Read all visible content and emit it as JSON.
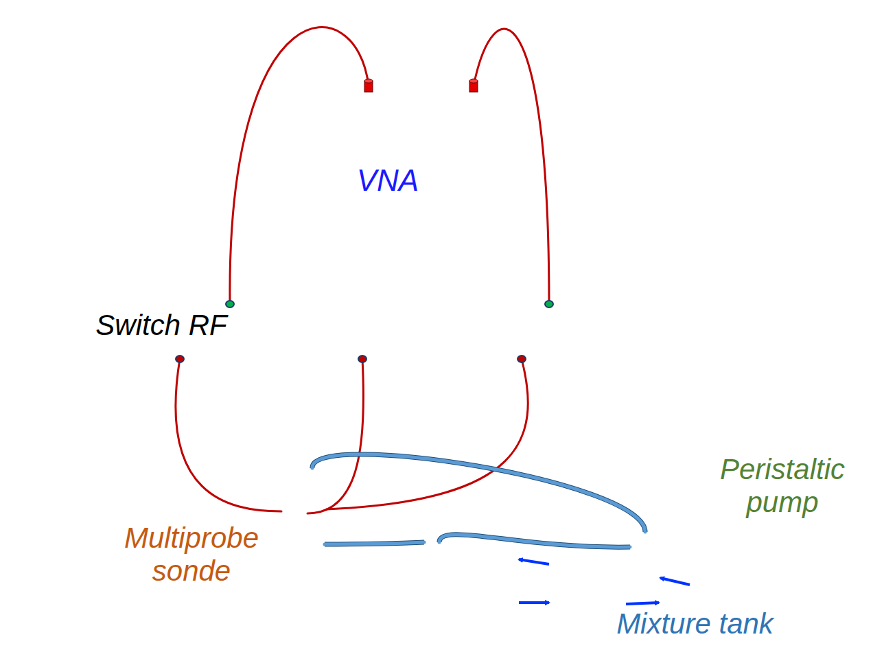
{
  "diagram": {
    "nodes": [
      {
        "text": [
          "VNA"
        ]
      },
      {
        "text": [
          "Switch RF"
        ]
      },
      {
        "text": [
          "Multiprobe sonde"
        ]
      },
      {
        "text": [
          "Peristaltic pump"
        ]
      },
      {
        "text": [
          "Mixture tank"
        ]
      }
    ],
    "edges": [
      {
        "from": 0,
        "to": 1,
        "arrow": "none"
      },
      {
        "from": 0,
        "to": 1,
        "arrow": "none"
      },
      {
        "from": 1,
        "to": 2,
        "arrow": "none"
      },
      {
        "from": 1,
        "to": 2,
        "arrow": "none"
      },
      {
        "from": 1,
        "to": 2,
        "arrow": "none"
      },
      {
        "from": 2,
        "to": 3,
        "arrow": "none"
      },
      {
        "from": 3,
        "to": 4,
        "arrow": "none"
      },
      {
        "from": 4,
        "to": 2,
        "arrow": "none"
      }
    ]
  }
}
